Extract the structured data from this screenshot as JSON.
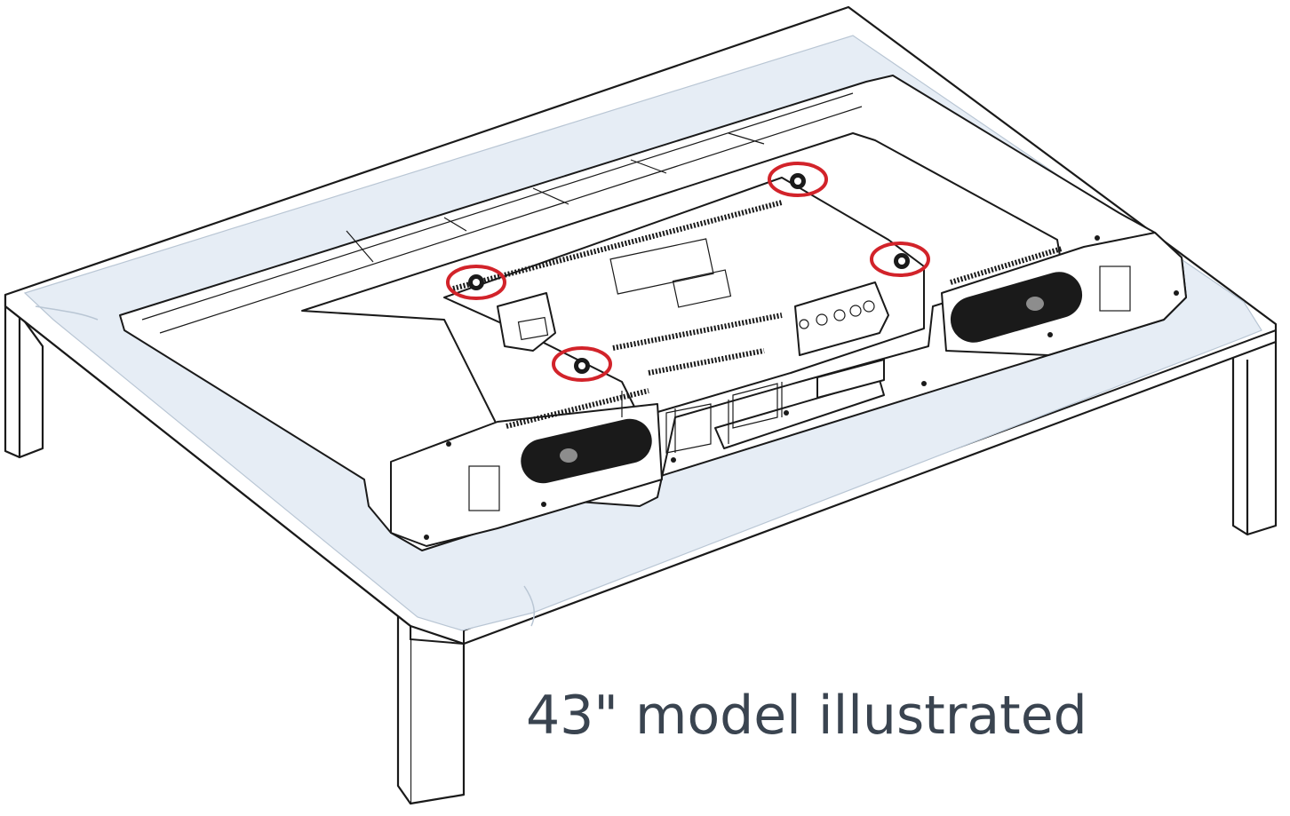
{
  "caption": "43\" model illustrated",
  "colors": {
    "line": "#1a1a1a",
    "cloth": "#e6edf5",
    "highlight_ring": "#d2232a",
    "caption_text": "#3a4450"
  },
  "icons": [
    "table",
    "cloth",
    "tv-back-panel",
    "speaker",
    "screw-hole",
    "highlight-ring"
  ],
  "highlighted_screw_count": 4
}
